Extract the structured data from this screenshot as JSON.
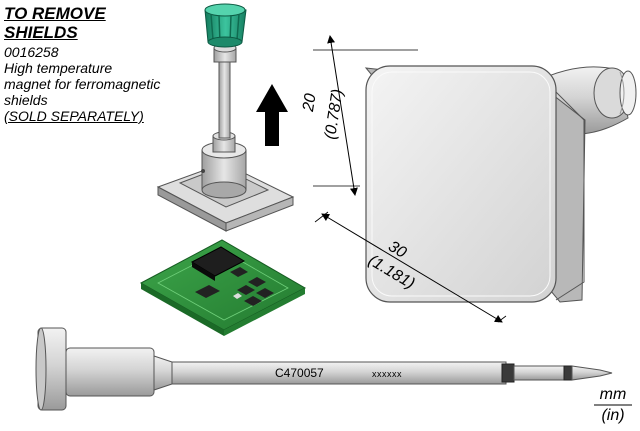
{
  "header": {
    "title_line1": "TO REMOVE",
    "title_line2": "SHIELDS",
    "part_number": "0016258",
    "desc_line1": "High temperature",
    "desc_line2": "magnet for ferromagnetic",
    "desc_line3": "shields",
    "sold_note": "(SOLD SEPARATELY)"
  },
  "dimensions": {
    "height_mm": "20",
    "height_in": "(0.787)",
    "width_mm": "30",
    "width_in": "(1.181)"
  },
  "cartridge": {
    "model": "C470057",
    "code": "xxxxxx"
  },
  "units": {
    "metric": "mm",
    "imperial": "(in)"
  },
  "colors": {
    "magnet_handle": "#2aa789",
    "pcb": "#2e8b3a",
    "chip": "#1a1a1a",
    "metal": "#c8c8c8"
  }
}
